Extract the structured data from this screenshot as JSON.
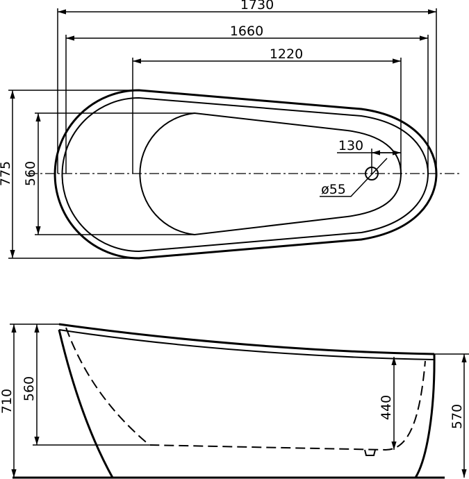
{
  "top_view": {
    "dimensions": {
      "overall_length": "1730",
      "rim_length": "1660",
      "basin_length": "1220",
      "overall_width": "775",
      "basin_width": "560",
      "drain_offset": "130",
      "drain_diameter": "ø55"
    }
  },
  "side_view": {
    "dimensions": {
      "overall_height": "710",
      "inner_depth_head": "560",
      "inner_depth_foot": "440",
      "height_foot_end": "570"
    }
  },
  "colors": {
    "line": "#000000",
    "background": "#ffffff"
  }
}
